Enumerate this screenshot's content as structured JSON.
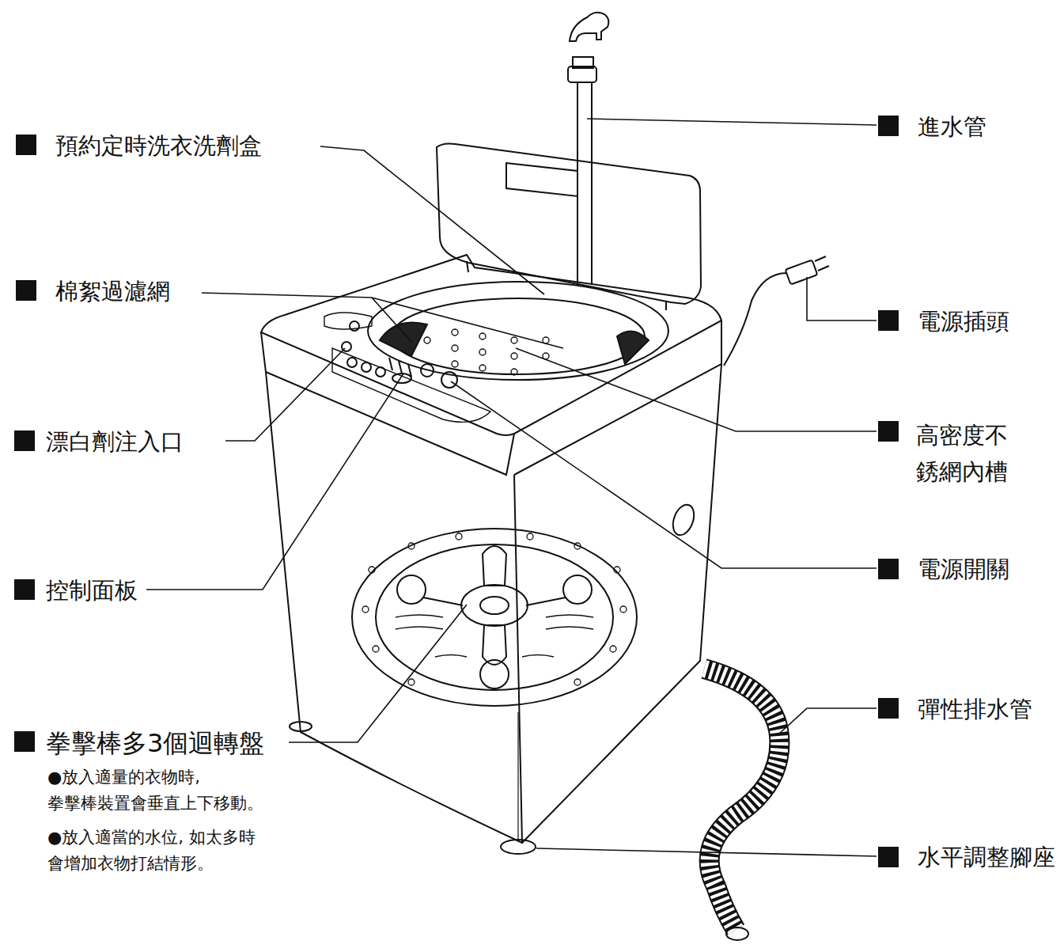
{
  "diagram": {
    "labels": [
      "預約定時洗衣洗劑盒",
      "進水管",
      "棉絮過濾網",
      "電源插頭",
      "漂白劑注入口",
      "高密度不 銹網內槽",
      "控制面板",
      "電源開關",
      "拳擊棒多3個迴轉盤",
      "●放入適量的衣物時, 拳擊棒裝置會垂直上下移動。",
      "●放入適當的水位, 如太多時 會增加衣物打結情形。",
      "彈性排水管",
      "水平調整腳座"
    ]
  }
}
